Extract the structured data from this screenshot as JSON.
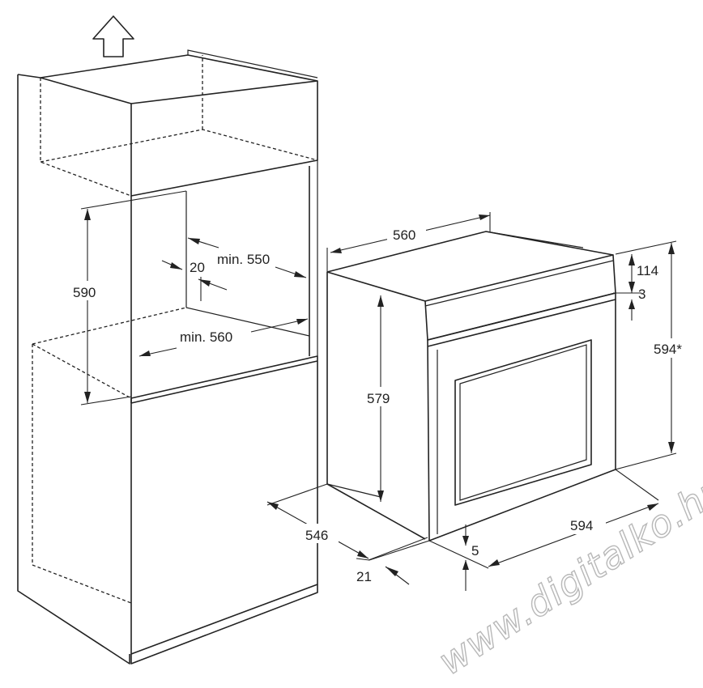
{
  "dimensions": {
    "cabinet_height": "590",
    "cabinet_gap": "20",
    "cabinet_depth_min": "min. 550",
    "cabinet_width_min": "min. 560",
    "oven_width": "560",
    "oven_body_height": "579",
    "oven_depth": "546",
    "front_depth": "21",
    "front_width": "594",
    "front_height": "594*",
    "panel_height": "114",
    "panel_gap": "3",
    "bottom_gap": "5"
  },
  "watermark": "www.digitalko.hu",
  "icons": {
    "up_arrow": "up-arrow-icon"
  }
}
